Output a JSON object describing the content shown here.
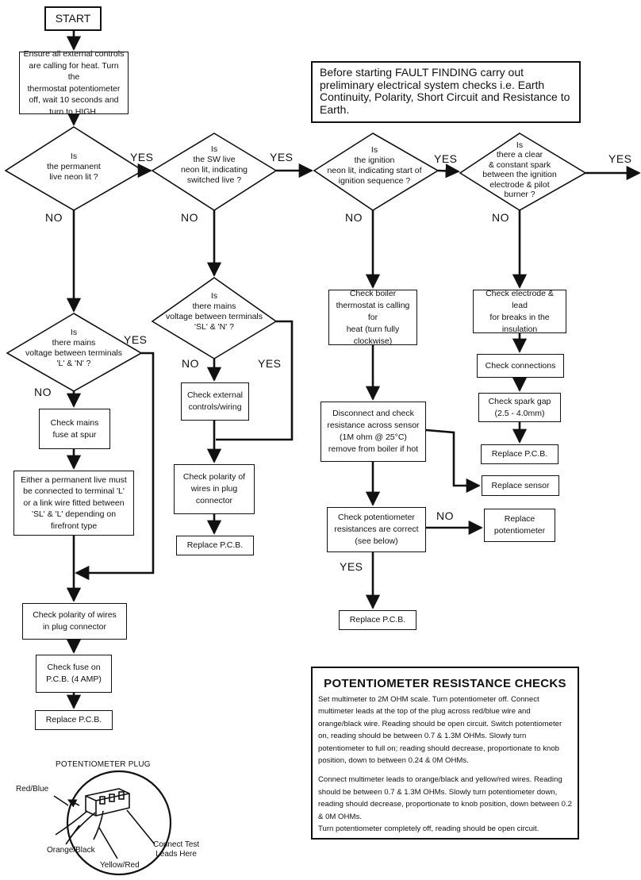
{
  "start": "START",
  "notice": "Before starting FAULT FINDING carry out preliminary electrical system checks i.e. Earth Continuity, Polarity, Short Circuit and Resistance to Earth.",
  "steps": {
    "ensure_controls": "Ensure all external controls\nare calling for heat. Turn the\nthermostat potentiometer\noff, wait 10 seconds and\nturn to HIGH.",
    "q_permanent_live": "Is\nthe permanent\nlive neon lit ?",
    "q_sw_live": "Is\nthe SW live\nneon lit, indicating\nswitched live ?",
    "q_ignition": "Is\nthe ignition\nneon lit, indicating start of\nignition sequence ?",
    "q_spark": "Is\nthere a clear\n& constant spark\nbetween the ignition\nelectrode & pilot\nburner ?",
    "q_mains_l_n": "Is\nthere mains\nvoltage between terminals\n'L' & 'N' ?",
    "q_mains_sl_n": "Is\nthere mains\nvoltage between terminals\n'SL' & 'N' ?",
    "check_mains_fuse": "Check mains\nfuse at spur",
    "permanent_live_note": "Either a permanent live must\nbe connected to  terminal 'L'\nor a link wire fitted between\n'SL' & 'L' depending on\nfirefront type",
    "check_polarity_plug": "Check polarity of wires\nin plug connector",
    "check_fuse_pcb": "Check fuse on\nP.C.B. (4 AMP)",
    "replace_pcb_1": "Replace P.C.B.",
    "check_external_controls": "Check external\ncontrols/wiring",
    "check_polarity_wires": "Check polarity of\nwires in plug\nconnector",
    "replace_pcb_2": "Replace P.C.B.",
    "check_boiler_thermostat": "Check boiler\nthermostat is calling for\nheat (turn fully\nclockwise)",
    "disconnect_sensor": "Disconnect and check\nresistance across sensor\n(1M ohm @ 25°C)\nremove from boiler if hot",
    "replace_sensor": "Replace sensor",
    "check_potentiometer": "Check potentiometer\nresistances are correct\n(see below)",
    "replace_potentiometer": "Replace\npotentiometer",
    "replace_pcb_3": "Replace P.C.B.",
    "check_electrode": "Check electrode & lead\nfor breaks in the\ninsulation",
    "check_connections": "Check connections",
    "check_spark_gap": "Check spark gap\n(2.5 - 4.0mm)",
    "replace_pcb_4": "Replace P.C.B."
  },
  "labels": {
    "yes_1": "YES",
    "yes_2": "YES",
    "yes_3": "YES",
    "yes_4": "YES",
    "no_1": "NO",
    "no_2": "NO",
    "no_3": "NO",
    "no_4": "NO",
    "yes_mains_ln": "YES",
    "no_mains_ln": "NO",
    "no_mains_sln": "NO",
    "yes_mains_sln": "YES",
    "no_pot": "NO",
    "yes_pot": "YES"
  },
  "checks": {
    "title": "POTENTIOMETER RESISTANCE CHECKS",
    "para1": "Set multimeter to 2M OHM scale. Turn potentiometer off. Connect multimeter leads at the top of the plug across red/blue wire and orange/black wire. Reading should be open circuit. Switch potentiometer on, reading should be between 0.7 & 1.3M OHMs. Slowly turn potentiometer to full on; reading should decrease, proportionate to knob position, down to between 0.24 & 0M OHMs.",
    "para2": "Connect multimeter leads to orange/black and yellow/red wires. Reading should be between 0.7 & 1.3M OHMs. Slowly turn potentiometer down, reading should decrease, proportionate to knob position, down between 0.2 & 0M OHMs.",
    "para3": "Turn potentiometer completely off, reading should be open circuit."
  },
  "plug": {
    "title": "POTENTIOMETER PLUG",
    "red_blue": "Red/Blue",
    "orange_black": "Orange/Black",
    "yellow_red": "Yellow/Red",
    "connect_test": "Connect Test\nLeads Here"
  }
}
